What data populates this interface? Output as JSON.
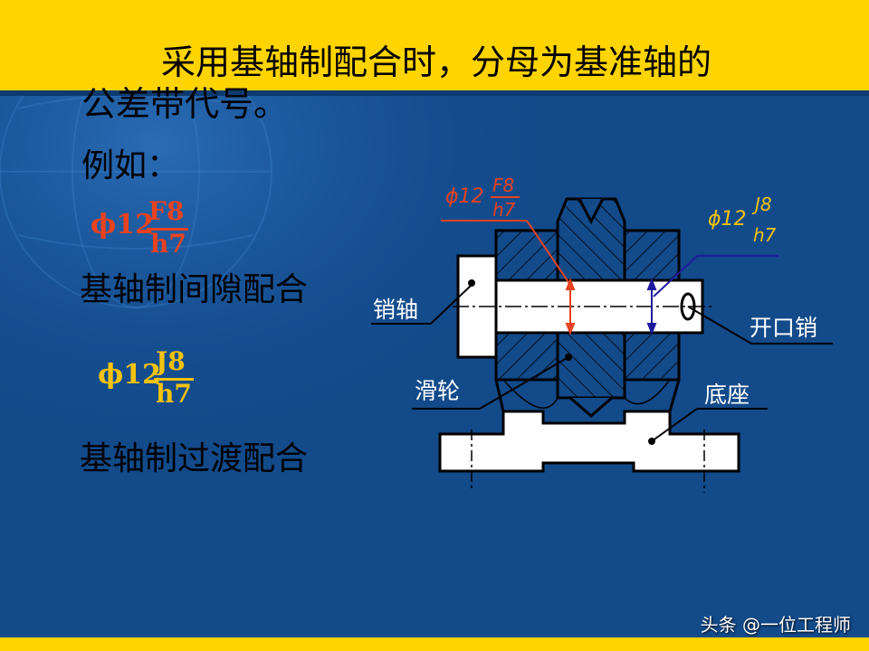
{
  "heading": {
    "line1": "采用基轴制配合时，分母为基准轴的",
    "line2": "公差带代号。"
  },
  "example_label": "例如：",
  "fit1": {
    "prefix": "ϕ12",
    "numerator": "F8",
    "denominator": "h7",
    "color": "#e8421f",
    "caption": "基轴制间隙配合"
  },
  "fit2": {
    "prefix": "ϕ12",
    "numerator": "J8",
    "denominator": "h7",
    "color": "#f4c20d",
    "caption": "基轴制过渡配合"
  },
  "drawing": {
    "dim_red": {
      "prefix": "ϕ12",
      "numerator": "F8",
      "denominator": "h7",
      "color": "#e8421f"
    },
    "dim_blue": {
      "prefix": "ϕ12",
      "numerator": "J8",
      "denominator": "h7",
      "color": "#f4c20d"
    },
    "labels": {
      "pin": "销轴",
      "pulley": "滑轮",
      "cotter": "开口销",
      "base": "底座"
    }
  },
  "colors": {
    "background": "#124a8a",
    "band": "#ffd400",
    "dark_blue": "#1e1a9c"
  },
  "watermark": "头条 @一位工程师"
}
